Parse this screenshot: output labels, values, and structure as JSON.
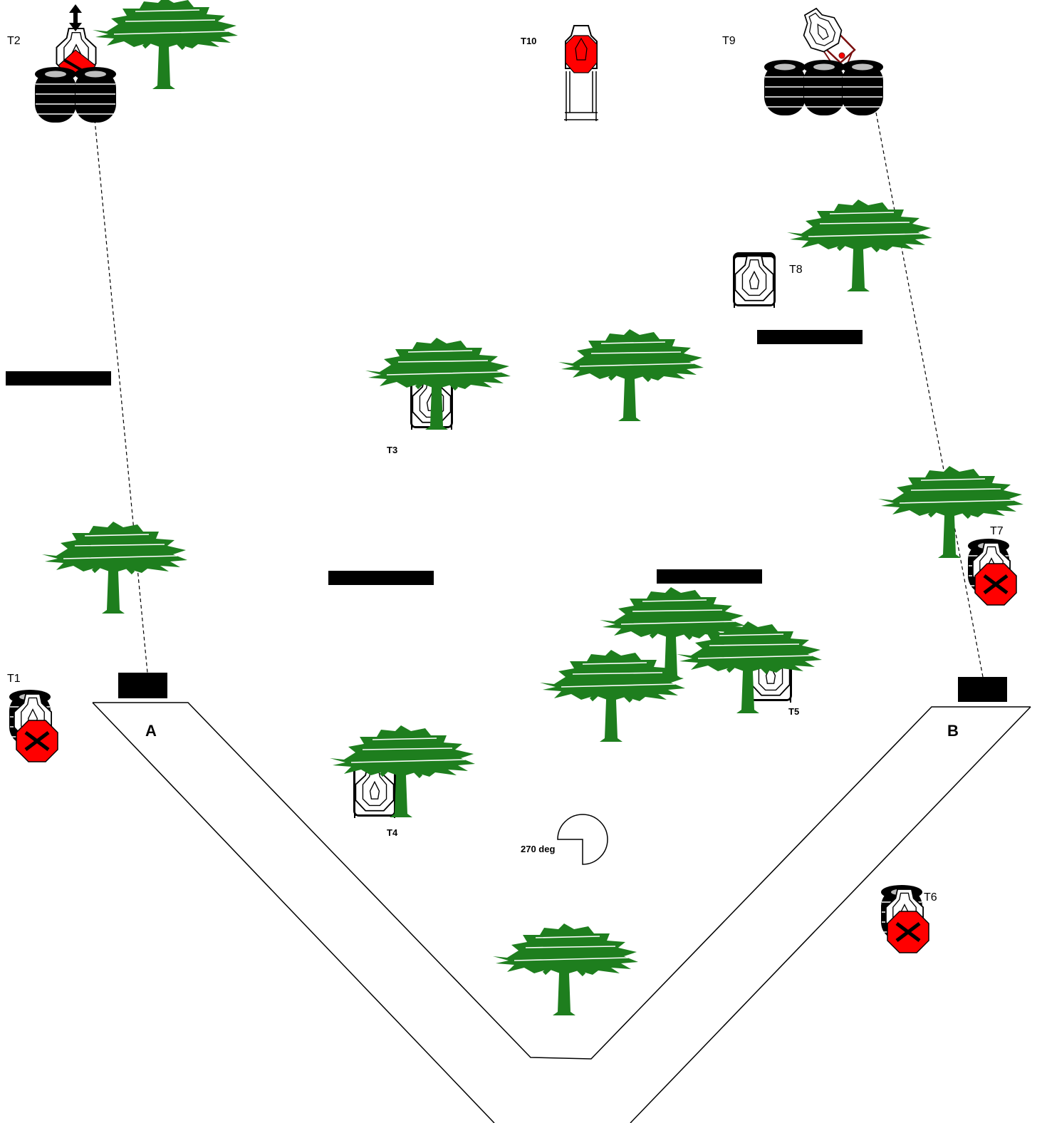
{
  "colors": {
    "tree": "#1e7e1e",
    "steel": "#ff0000",
    "ink": "#000000",
    "tire_hub": "#bdbdbd",
    "target_fill": "#ffffff",
    "frame": "#7a1010"
  },
  "icons": [
    "tree-icon",
    "tire-stack-icon",
    "paper-target-icon",
    "no-shoot-octagon-icon",
    "steel-popper-icon",
    "swinger-target-icon",
    "wall-barrier",
    "shooting-box",
    "move-arrow-icon"
  ],
  "stage": {
    "position_labels": {
      "a": "A",
      "b": "B"
    },
    "angle_label": "270 deg",
    "targets": {
      "t1": "T1",
      "t2": "T2",
      "t3": "T3",
      "t4": "T4",
      "t5": "T5",
      "t6": "T6",
      "t7": "T7",
      "t8": "T8",
      "t9": "T9",
      "t10": "T10"
    }
  }
}
